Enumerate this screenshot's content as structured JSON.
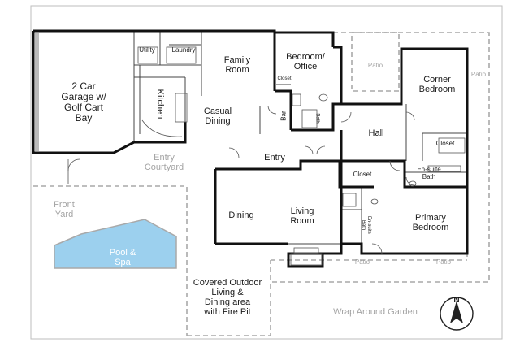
{
  "rooms": {
    "garage": "2 Car\nGarage w/\nGolf Cart\nBay",
    "utility": "Utility",
    "laundry": "Laundry",
    "kitchen": "Kitchen",
    "family_room": "Family\nRoom",
    "casual_dining": "Casual\nDining",
    "bedroom_office": "Bedroom/\nOffice",
    "closet_office": "Closet",
    "bar": "Bar",
    "bath": "Bath",
    "entry": "Entry",
    "hall": "Hall",
    "corner_bedroom": "Corner\nBedroom",
    "closet_corner": "Closet",
    "closet_hall": "Closet",
    "ensuite_bath_upper": "En-suite\nBath",
    "ensuite_bath_lower": "En-suite\nBath",
    "dining": "Dining",
    "living_room": "Living\nRoom",
    "primary_bedroom": "Primary\nBedroom",
    "covered_outdoor": "Covered Outdoor\nLiving &\nDining area\nwith Fire Pit"
  },
  "exterior": {
    "patio_top": "Patio",
    "patio_right": "Patio",
    "patio_bottom_left": "Patio",
    "patio_bottom_right": "Patio",
    "entry_courtyard": "Entry\nCourtyard",
    "front_yard": "Front\nYard",
    "pool_spa": "Pool &\nSpa",
    "wrap_around_garden": "Wrap Around Garden"
  },
  "compass": {
    "north_label": "N"
  },
  "colors": {
    "wall": "#111111",
    "dashed_boundary": "#a9a9a9",
    "pool_fill": "#9cd0ee",
    "gray_text": "#a4a4a4"
  }
}
